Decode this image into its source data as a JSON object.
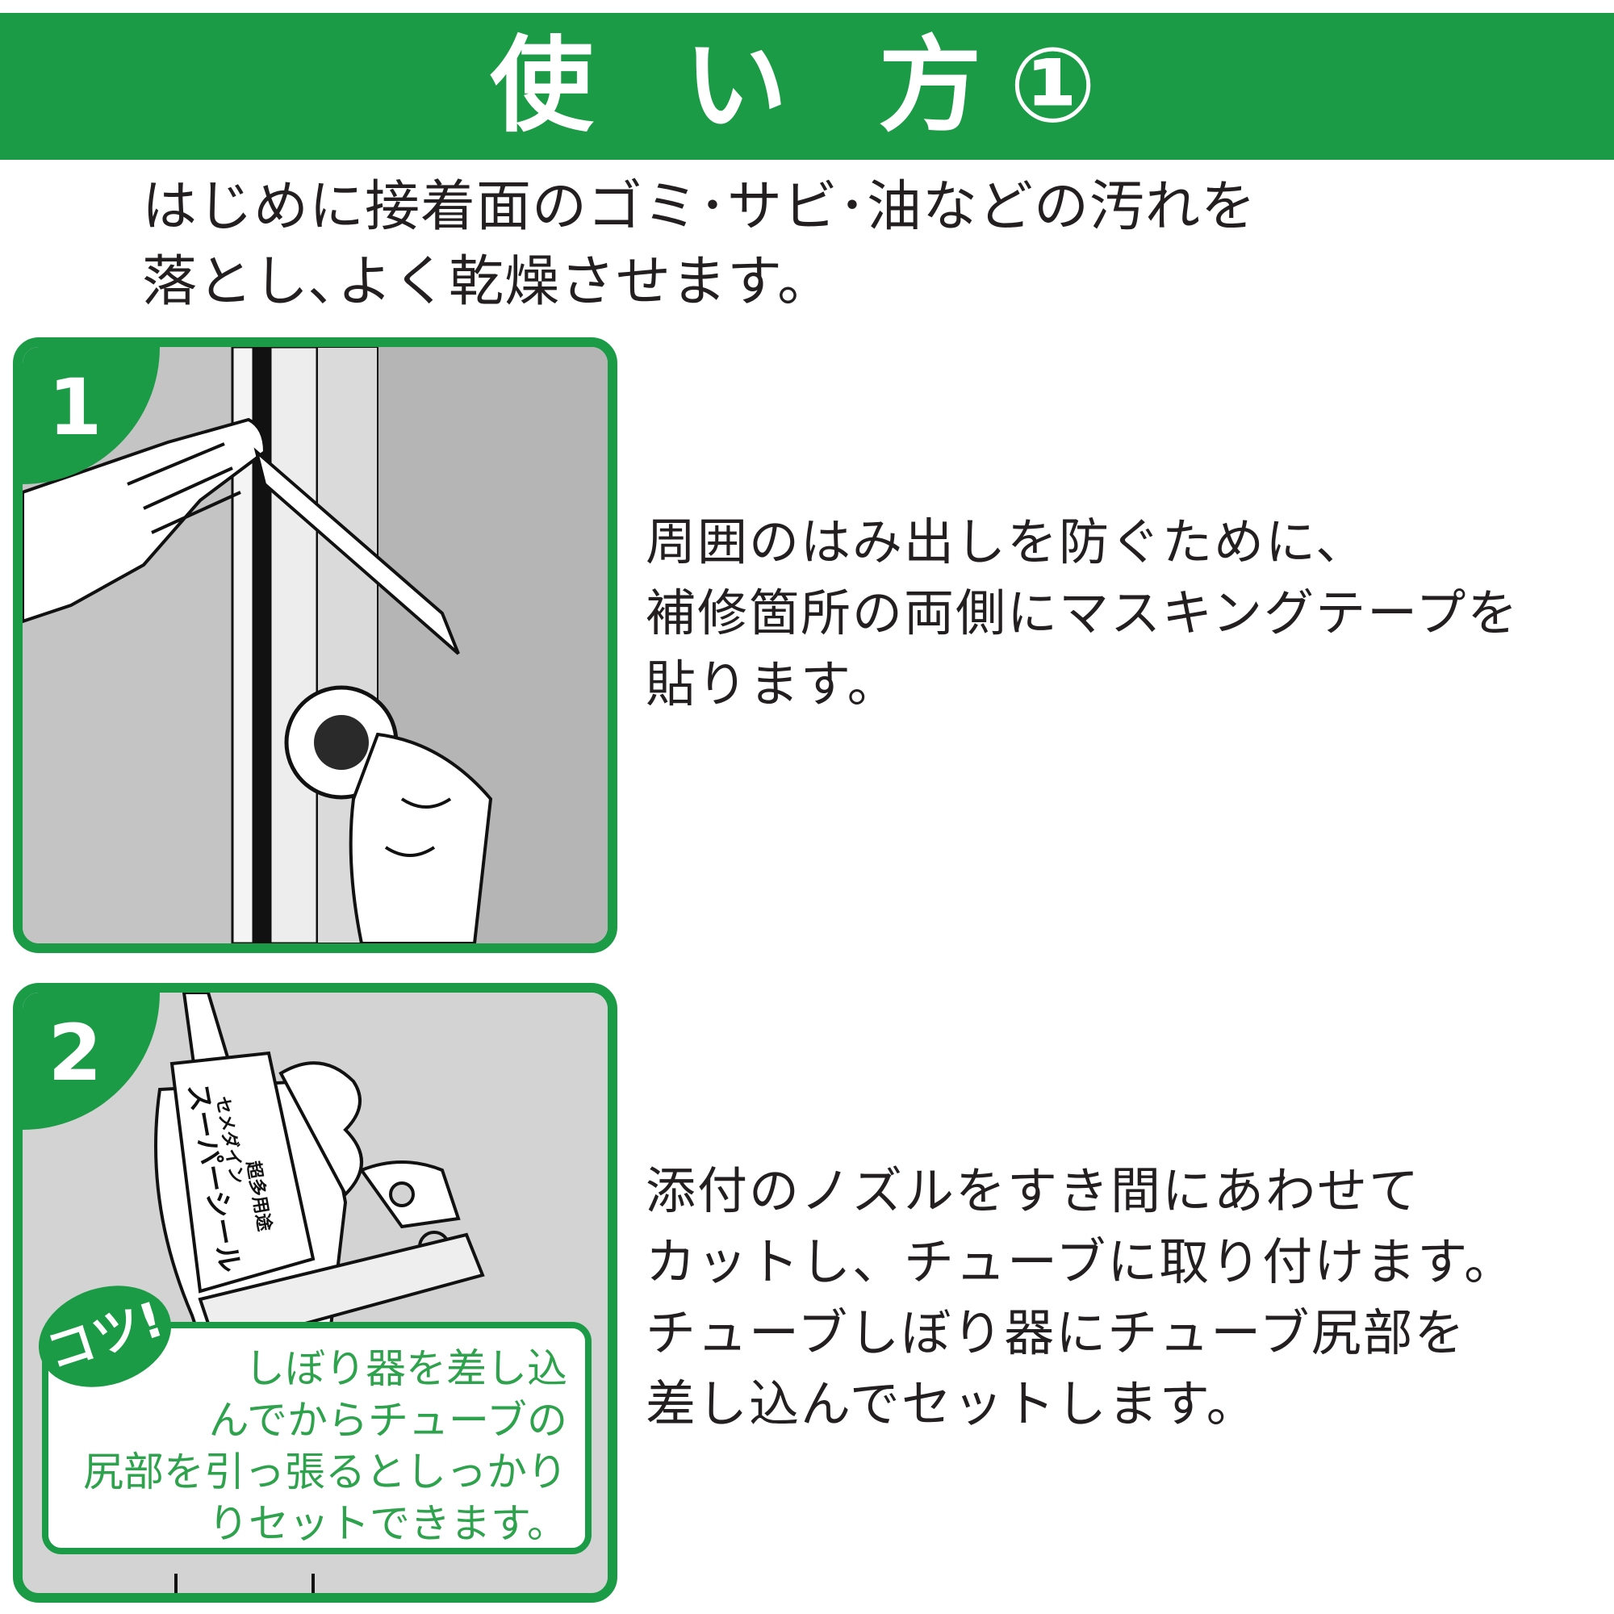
{
  "header": {
    "title": "使 い 方①"
  },
  "intro": {
    "lines": [
      "はじめに接着面のゴミ･サビ･油などの汚れを",
      "落とし､よく乾燥させます。"
    ]
  },
  "steps": [
    {
      "number": "1",
      "lines": [
        "周囲のはみ出しを防ぐために、",
        "補修箇所の両側にマスキングテープを",
        "貼ります。"
      ]
    },
    {
      "number": "2",
      "lines": [
        "添付のノズルをすき間にあわせて",
        "カットし、チューブに取り付けます。",
        "チューブしぼり器にチューブ尻部を",
        "差し込んでセットします。"
      ],
      "product_label": [
        "セメダイン",
        "超多用途",
        "スーパーシール"
      ]
    }
  ],
  "tip": {
    "badge": "コツ!",
    "lines": [
      "しぼり器を差し込",
      "んでからチューブの",
      "尻部を引っ張るとしっかり",
      "りセットできます。"
    ]
  },
  "colors": {
    "brand_green": "#1b9b46",
    "tip_text_green": "#2ea24c",
    "panel_gray": "#d3d3d3"
  }
}
